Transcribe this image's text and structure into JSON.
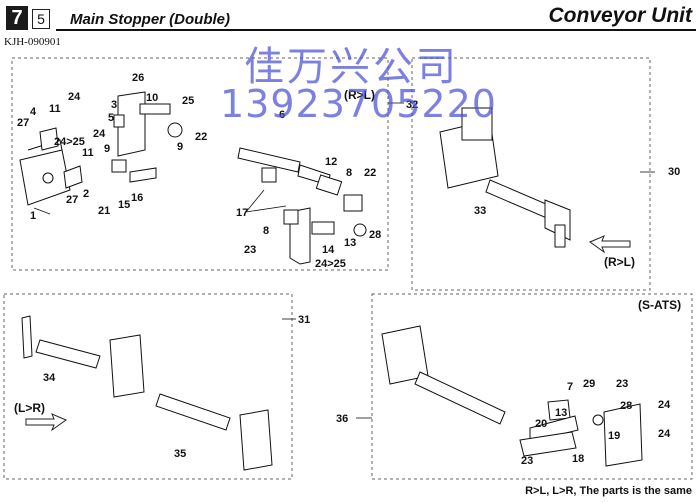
{
  "header": {
    "chapter": "7",
    "section": "5",
    "title": "Main Stopper (Double)",
    "unit": "Conveyor Unit",
    "code": "KJH-090901"
  },
  "watermark": {
    "line1": "佳万兴公司",
    "line2": "13923705220",
    "color": "#4b52d6"
  },
  "callouts": {
    "c26": "26",
    "c10": "10",
    "c3": "3",
    "c25a": "25",
    "c5": "5",
    "c22a": "22",
    "c9a": "9",
    "c9b": "9",
    "c6": "6",
    "c24a": "24",
    "c11a": "11",
    "c4": "4",
    "c27a": "27",
    "c2425a": "24>25",
    "c24b": "24",
    "c11b": "11",
    "c2": "2",
    "c21": "21",
    "c15": "15",
    "c16": "16",
    "c27b": "27",
    "c1": "1",
    "c12": "12",
    "c8a": "8",
    "c22b": "22",
    "c17": "17",
    "c8b": "8",
    "c23a": "23",
    "c14": "14",
    "c13a": "13",
    "c2425b": "24>25",
    "c28a": "28",
    "c32": "32",
    "c30": "30",
    "c33": "33",
    "c31": "31",
    "c34": "34",
    "c35": "35",
    "c36": "36",
    "c7": "7",
    "c29": "29",
    "c23b": "23",
    "c28b": "28",
    "c13b": "13",
    "c20": "20",
    "c24c": "24",
    "c19": "19",
    "c24d": "24",
    "c23c": "23",
    "c18": "18"
  },
  "directions": {
    "rl_top": "(R>L)",
    "rl_right": "(R>L)",
    "lr": "(L>R)",
    "sats": "(S-ATS)"
  },
  "note": "R>L, L>R, The parts is the same"
}
